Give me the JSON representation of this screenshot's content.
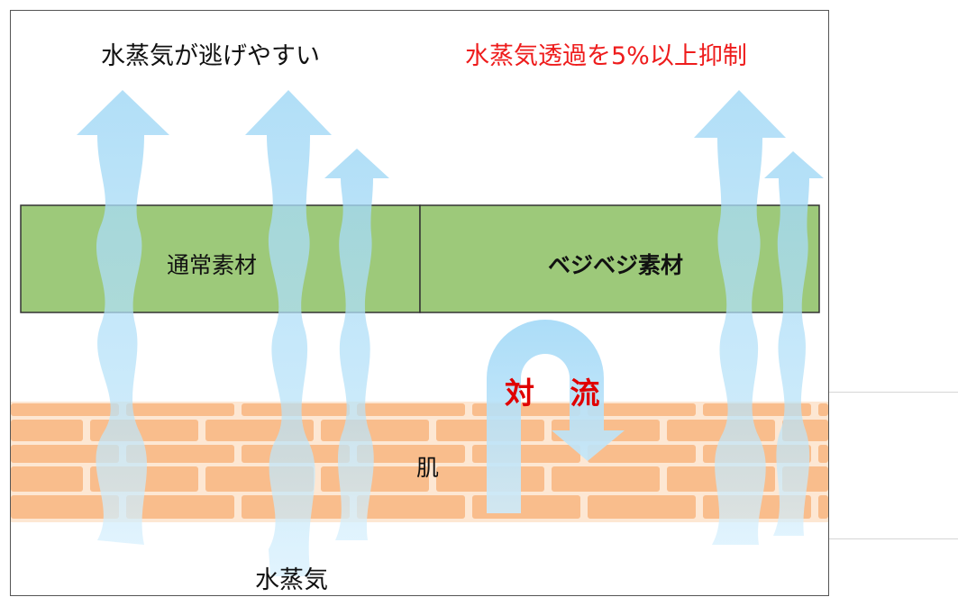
{
  "diagram": {
    "title_left": "水蒸気が逃げやすい",
    "title_right": "水蒸気透過を5%以上抑制",
    "material_normal_label": "通常素材",
    "material_vege_label": "ベジベジ素材",
    "skin_label": "肌",
    "convection_label": "対 流",
    "vapor_label": "水蒸気"
  },
  "colors": {
    "material_fill": "#9dc97a",
    "skin_brick": "#f9bd8c",
    "skin_mortar": "#fde7d3",
    "arrow": "#9fd7f5",
    "highlight_text": "#ee1c1c"
  }
}
